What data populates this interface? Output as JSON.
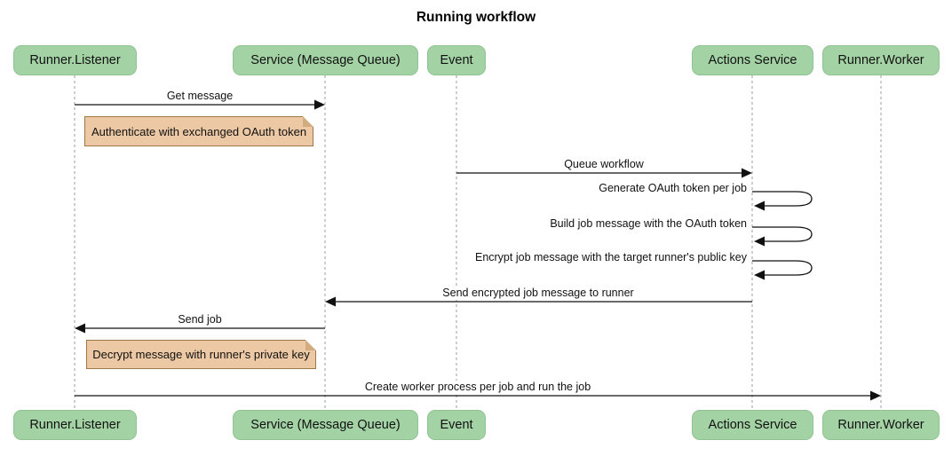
{
  "title": "Running workflow",
  "participants": [
    {
      "name": "Runner.Listener"
    },
    {
      "name": "Service (Message Queue)"
    },
    {
      "name": "Event"
    },
    {
      "name": "Actions Service"
    },
    {
      "name": "Runner.Worker"
    }
  ],
  "messages": [
    {
      "label": "Get message",
      "from": "Runner.Listener",
      "to": "Service (Message Queue)",
      "kind": "solid-arrow"
    },
    {
      "label": "Queue workflow",
      "from": "Event",
      "to": "Actions Service",
      "kind": "solid-arrow"
    },
    {
      "label": "Generate OAuth token per job",
      "from": "Actions Service",
      "to": "Actions Service",
      "kind": "self-loop"
    },
    {
      "label": "Build job message with the OAuth token",
      "from": "Actions Service",
      "to": "Actions Service",
      "kind": "self-loop"
    },
    {
      "label": "Encrypt job message with the target runner's public key",
      "from": "Actions Service",
      "to": "Actions Service",
      "kind": "self-loop"
    },
    {
      "label": "Send encrypted job message to runner",
      "from": "Actions Service",
      "to": "Service (Message Queue)",
      "kind": "solid-arrow"
    },
    {
      "label": "Send job",
      "from": "Service (Message Queue)",
      "to": "Runner.Listener",
      "kind": "solid-arrow"
    },
    {
      "label": "Create worker process per job and run the job",
      "from": "Runner.Listener",
      "to": "Runner.Worker",
      "kind": "solid-arrow"
    }
  ],
  "notes": [
    {
      "text": "Authenticate with exchanged OAuth token",
      "near": "Runner.Listener"
    },
    {
      "text": "Decrypt message with runner's private key",
      "near": "Runner.Listener"
    }
  ],
  "colors": {
    "participant_fill": "#a3d3a4",
    "participant_border": "#8fc391",
    "note_fill": "#ecc9a4",
    "note_border": "#9c7845",
    "lifeline": "#9e9e9e",
    "arrow": "#111111",
    "background": "#ffffff"
  }
}
